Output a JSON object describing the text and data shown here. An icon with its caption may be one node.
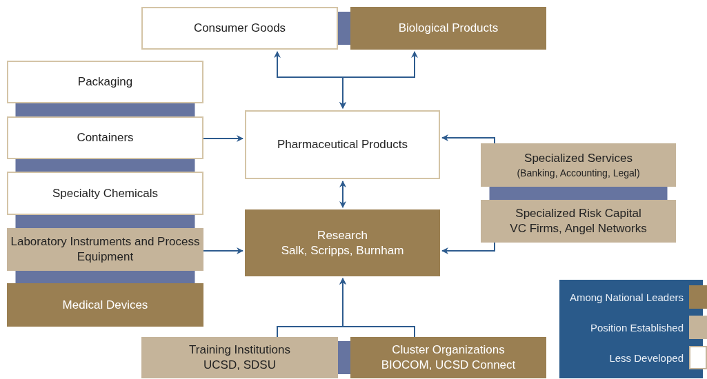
{
  "diagram": {
    "nodes": [
      {
        "text": [
          "Consumer Goods"
        ]
      },
      {
        "text": [
          "Biological Products"
        ]
      },
      {
        "text": [
          "Packaging"
        ]
      },
      {
        "text": [
          "Containers"
        ]
      },
      {
        "text": [
          "Specialty Chemicals"
        ]
      },
      {
        "text": [
          "Laboratory Instruments and Process Equipment"
        ]
      },
      {
        "text": [
          "Medical Devices"
        ]
      },
      {
        "text": [
          "Pharmaceutical Products"
        ]
      },
      {
        "text": [
          "Research",
          "Salk, Scripps, Burnham"
        ]
      },
      {
        "text": [
          "Specialized Services",
          "(Banking, Accounting, Legal)"
        ]
      },
      {
        "text": [
          "Specialized Risk Capital",
          "VC Firms, Angel Networks"
        ]
      },
      {
        "text": [
          "Training Institutions",
          "UCSD, SDSU"
        ]
      },
      {
        "text": [
          "Cluster Organizations",
          "BIOCOM, UCSD Connect"
        ]
      }
    ],
    "edges": [
      {
        "from": 7,
        "to": 0,
        "arrow": "both"
      },
      {
        "from": 7,
        "to": 1,
        "arrow": "both"
      },
      {
        "from": 3,
        "to": 7,
        "arrow": "to"
      },
      {
        "from": 5,
        "to": 8,
        "arrow": "to"
      },
      {
        "from": 7,
        "to": 8,
        "arrow": "both"
      },
      {
        "from": 9,
        "to": 7,
        "arrow": "to"
      },
      {
        "from": 10,
        "to": 8,
        "arrow": "to"
      },
      {
        "from": 11,
        "to": 8,
        "arrow": "to"
      },
      {
        "from": 12,
        "to": 8,
        "arrow": "to"
      },
      {
        "from": 0,
        "to": 1,
        "arrow": "none",
        "style": "thick",
        "color": "#6674a0"
      },
      {
        "from": 2,
        "to": 3,
        "arrow": "none",
        "style": "thick",
        "color": "#6674a0"
      },
      {
        "from": 3,
        "to": 4,
        "arrow": "none",
        "style": "thick",
        "color": "#6674a0"
      },
      {
        "from": 4,
        "to": 5,
        "arrow": "none",
        "style": "thick",
        "color": "#6674a0"
      },
      {
        "from": 5,
        "to": 6,
        "arrow": "none",
        "style": "thick",
        "color": "#6674a0"
      },
      {
        "from": 9,
        "to": 10,
        "arrow": "none",
        "style": "thick",
        "color": "#6674a0"
      },
      {
        "from": 11,
        "to": 12,
        "arrow": "none",
        "style": "thick",
        "color": "#6674a0"
      }
    ],
    "legend": [
      {
        "text": "Among National Leaders",
        "color": "#9a7f52"
      },
      {
        "text": "Position Established",
        "color": "#c5b49a"
      },
      {
        "text": "Less Developed",
        "color": "#ffffff"
      }
    ]
  }
}
